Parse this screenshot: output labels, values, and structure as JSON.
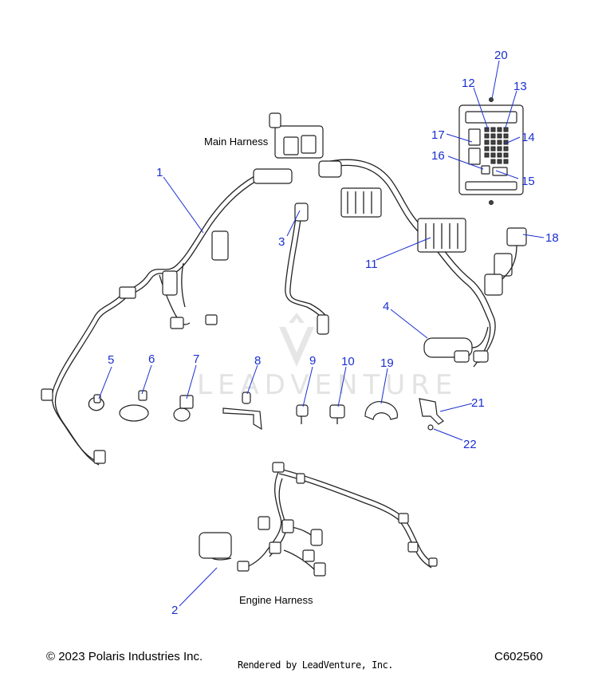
{
  "watermark": {
    "text": "LEADVENTURE",
    "logo": "leadventure-chevron-logo"
  },
  "captions": {
    "main_harness": "Main Harness",
    "engine_harness": "Engine Harness"
  },
  "callouts": {
    "c1": "1",
    "c2": "2",
    "c3": "3",
    "c4": "4",
    "c5": "5",
    "c6": "6",
    "c7": "7",
    "c8": "8",
    "c9": "9",
    "c10": "10",
    "c11": "11",
    "c12": "12",
    "c13": "13",
    "c14": "14",
    "c15": "15",
    "c16": "16",
    "c17": "17",
    "c18": "18",
    "c19": "19",
    "c20": "20",
    "c21": "21",
    "c22": "22"
  },
  "footer": {
    "copyright": "© 2023 Polaris Industries Inc.",
    "rendered_by": "Rendered by LeadVenture, Inc.",
    "diagram_id": "C602560"
  },
  "colors": {
    "callout": "#1a2fd0",
    "line_art": "#222222",
    "watermark": "#e3e3e3"
  }
}
